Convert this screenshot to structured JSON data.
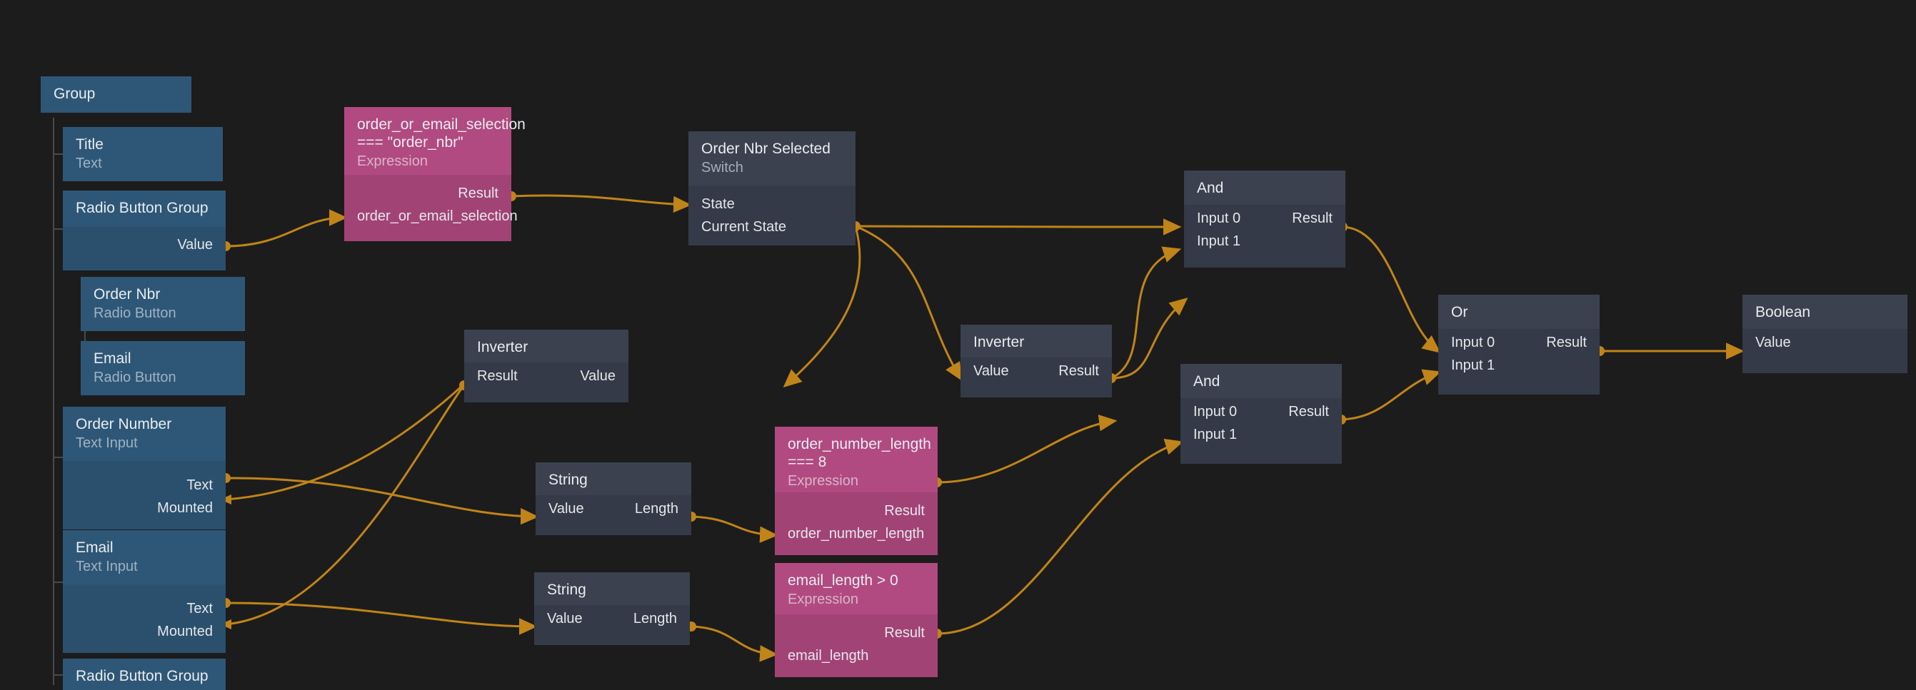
{
  "theme": {
    "canvas_bg": "#1c1c1c",
    "wire_color": "#c08419",
    "component_header": "#2e5777",
    "component_body": "#2b506d",
    "logic_header": "#3b414f",
    "logic_body": "#343a47",
    "expression_header": "#b14a80",
    "expression_body": "#a24376"
  },
  "nodes": {
    "group": {
      "title": "Group"
    },
    "title": {
      "title": "Title",
      "subtitle": "Text"
    },
    "radio_group_1": {
      "title": "Radio Button Group",
      "port_value": "Value"
    },
    "radio_order_nbr": {
      "title": "Order Nbr",
      "subtitle": "Radio Button"
    },
    "radio_email": {
      "title": "Email",
      "subtitle": "Radio Button"
    },
    "order_number_input": {
      "title": "Order Number",
      "subtitle": "Text Input",
      "port_text": "Text",
      "port_mounted": "Mounted"
    },
    "email_input": {
      "title": "Email",
      "subtitle": "Text Input",
      "port_text": "Text",
      "port_mounted": "Mounted"
    },
    "radio_group_2": {
      "title": "Radio Button Group"
    },
    "expr_selection": {
      "title": "order_or_email_selection === \"order_nbr\"",
      "subtitle": "Expression",
      "port_result": "Result",
      "port_input": "order_or_email_selection"
    },
    "switch_order_nbr": {
      "title": "Order Nbr Selected",
      "subtitle": "Switch",
      "port_state": "State",
      "port_current_state": "Current State"
    },
    "inverter_left": {
      "title": "Inverter",
      "port_result": "Result",
      "port_value": "Value"
    },
    "inverter_mid": {
      "title": "Inverter",
      "port_value": "Value",
      "port_result": "Result"
    },
    "string_1": {
      "title": "String",
      "port_value": "Value",
      "port_length": "Length"
    },
    "string_2": {
      "title": "String",
      "port_value": "Value",
      "port_length": "Length"
    },
    "expr_order_len": {
      "title": "order_number_length === 8",
      "subtitle": "Expression",
      "port_result": "Result",
      "port_input": "order_number_length"
    },
    "expr_email_len": {
      "title": "email_length > 0",
      "subtitle": "Expression",
      "port_result": "Result",
      "port_input": "email_length"
    },
    "and_top": {
      "title": "And",
      "port_input0": "Input 0",
      "port_input1": "Input 1",
      "port_result": "Result"
    },
    "and_bottom": {
      "title": "And",
      "port_input0": "Input 0",
      "port_input1": "Input 1",
      "port_result": "Result"
    },
    "or_node": {
      "title": "Or",
      "port_input0": "Input 0",
      "port_input1": "Input 1",
      "port_result": "Result"
    },
    "boolean_node": {
      "title": "Boolean",
      "port_value": "Value"
    }
  }
}
